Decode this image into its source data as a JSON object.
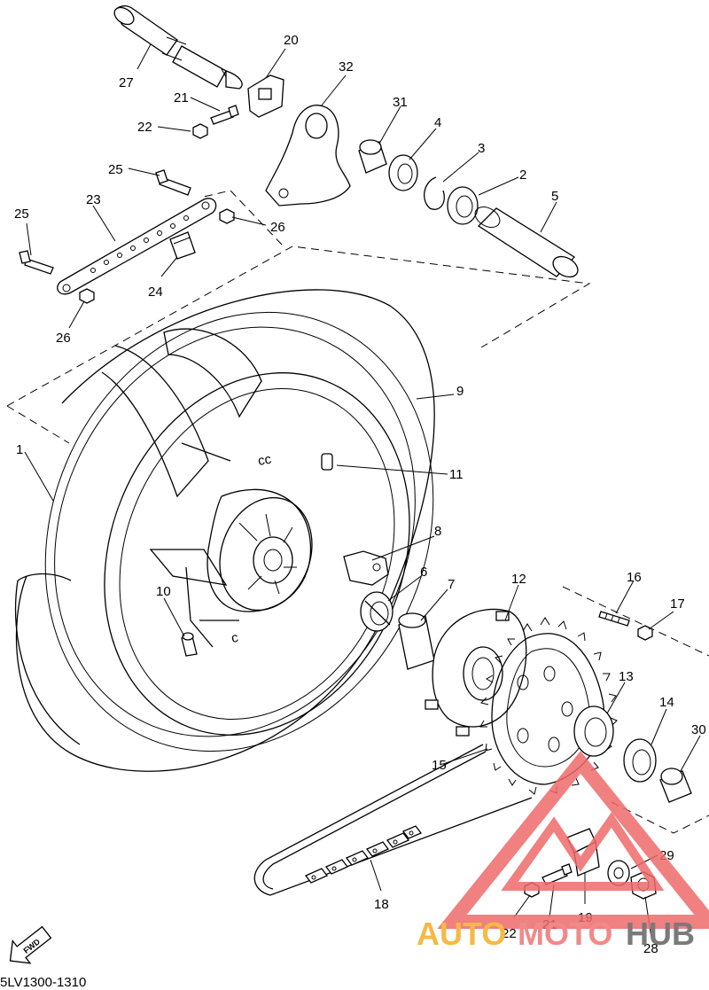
{
  "diagram": {
    "code": "5LV1300-1310",
    "fwd_label": "FWD",
    "watermark": {
      "auto": "AUTO",
      "moto": "MOTO",
      "hub": "HUB",
      "color_auto": "#f5b945",
      "color_moto": "#f08a8a",
      "color_hub": "#7a7a7a",
      "color_logo": "#ef6a6a"
    },
    "labels": {
      "1": "1",
      "2": "2",
      "3": "3",
      "4": "4",
      "5": "5",
      "6": "6",
      "7": "7",
      "8": "8",
      "9": "9",
      "10": "10",
      "11": "11",
      "12": "12",
      "13": "13",
      "14": "14",
      "15": "15",
      "16": "16",
      "17": "17",
      "18": "18",
      "19": "19",
      "20": "20",
      "21a": "21",
      "21b": "21",
      "22a": "22",
      "22b": "22",
      "23": "23",
      "24": "24",
      "25a": "25",
      "25b": "25",
      "26a": "26",
      "26b": "26",
      "27": "27",
      "28": "28",
      "29": "29",
      "30": "30",
      "31": "31",
      "32": "32"
    }
  }
}
